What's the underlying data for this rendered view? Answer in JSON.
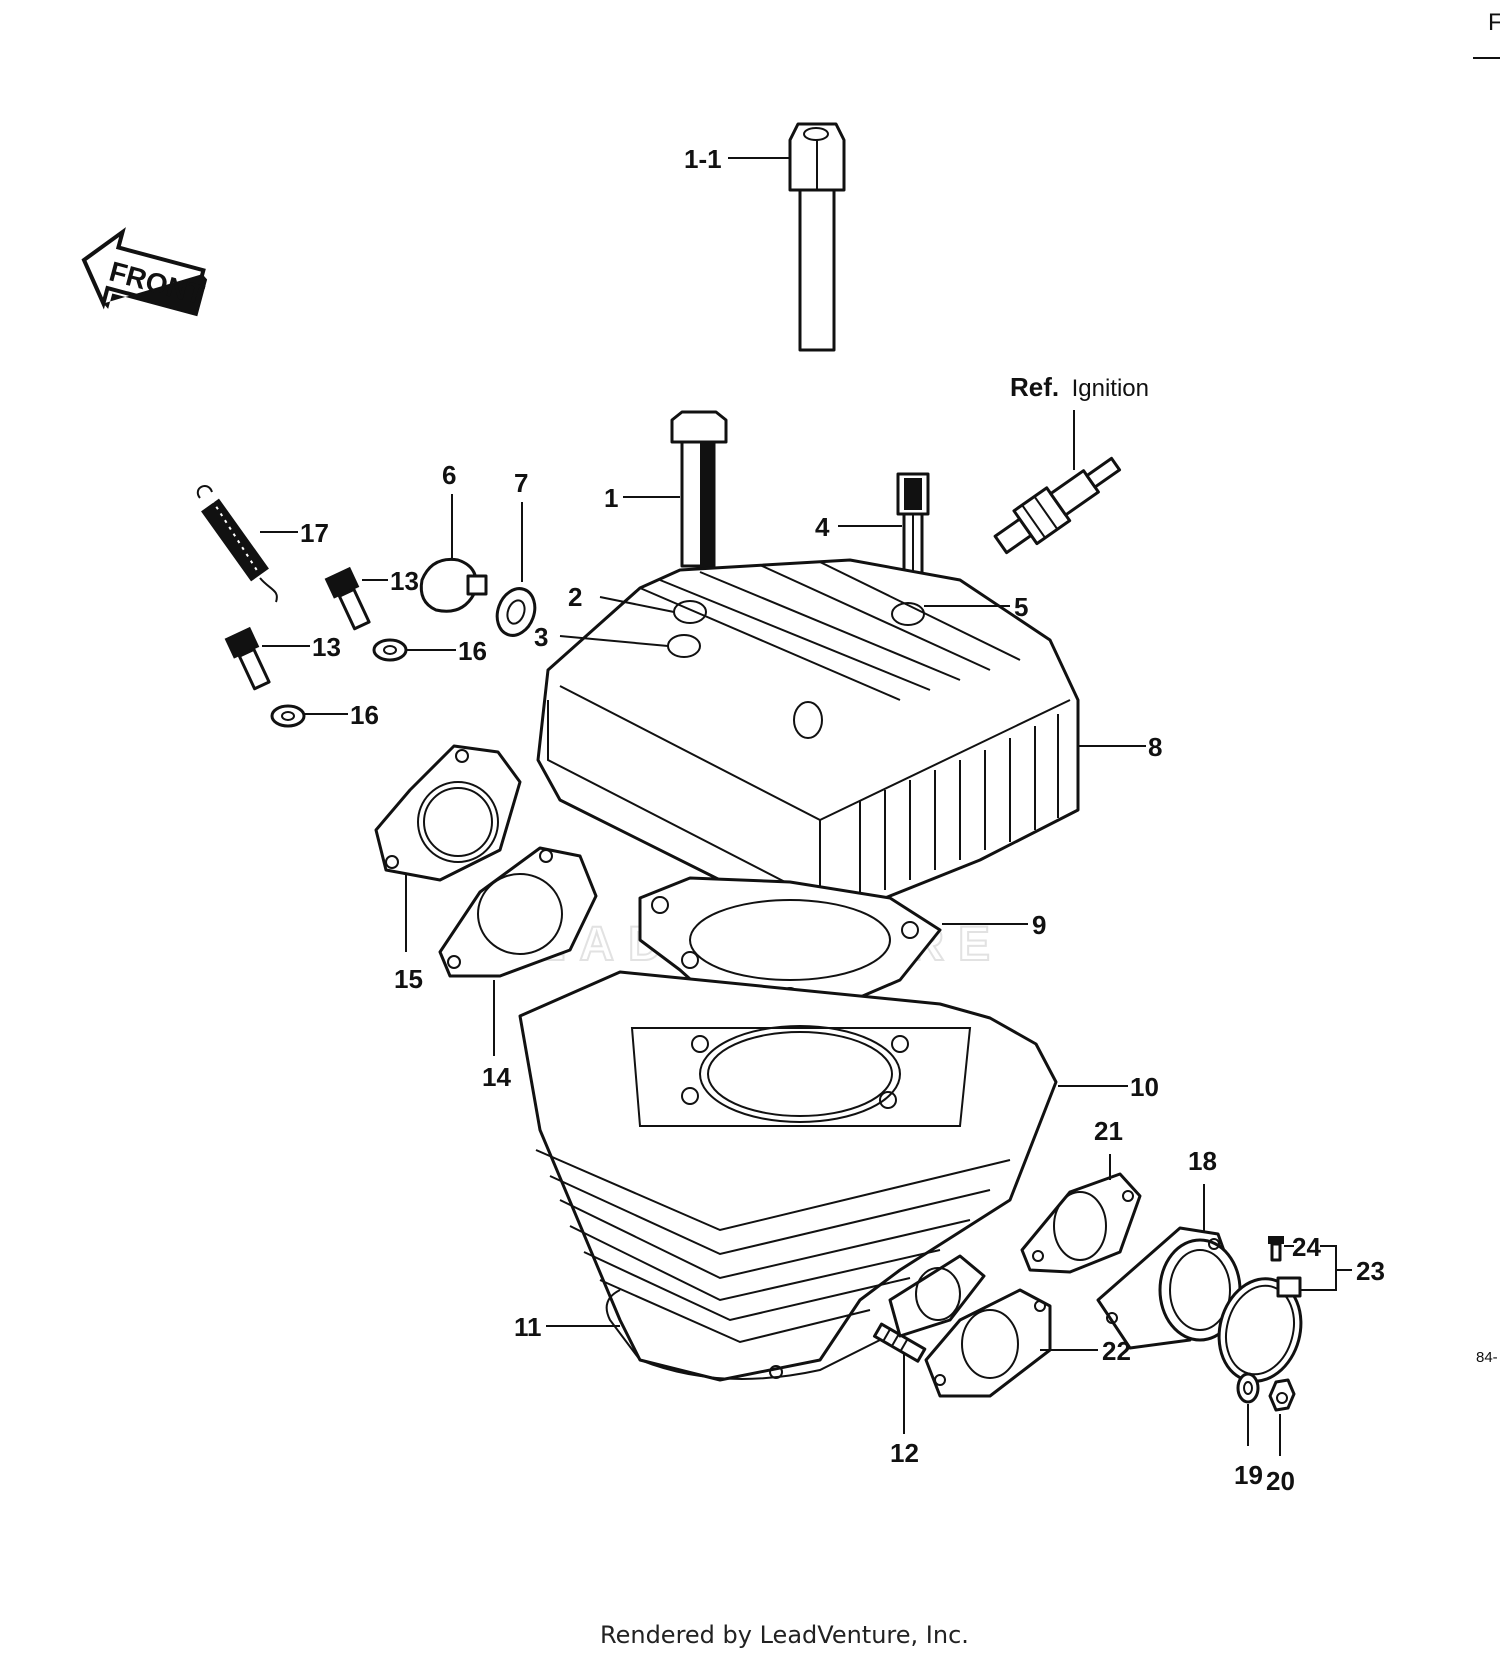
{
  "diagram": {
    "ref_prefix": "Ref.",
    "ref_text": "Ignition",
    "front_label": "FRONT",
    "watermark": "LEADVENTURE",
    "footer": "Rendered by LeadVenture, Inc.",
    "corner_top": "F",
    "corner_side": "84-",
    "callouts": {
      "c1_1": "1-1",
      "c1": "1",
      "c2": "2",
      "c3": "3",
      "c4": "4",
      "c5": "5",
      "c6": "6",
      "c7": "7",
      "c8": "8",
      "c9": "9",
      "c10": "10",
      "c11": "11",
      "c12": "12",
      "c13a": "13",
      "c13b": "13",
      "c14": "14",
      "c15": "15",
      "c16a": "16",
      "c16b": "16",
      "c17": "17",
      "c18": "18",
      "c19": "19",
      "c20": "20",
      "c21": "21",
      "c22": "22",
      "c23": "23",
      "c24": "24"
    }
  }
}
